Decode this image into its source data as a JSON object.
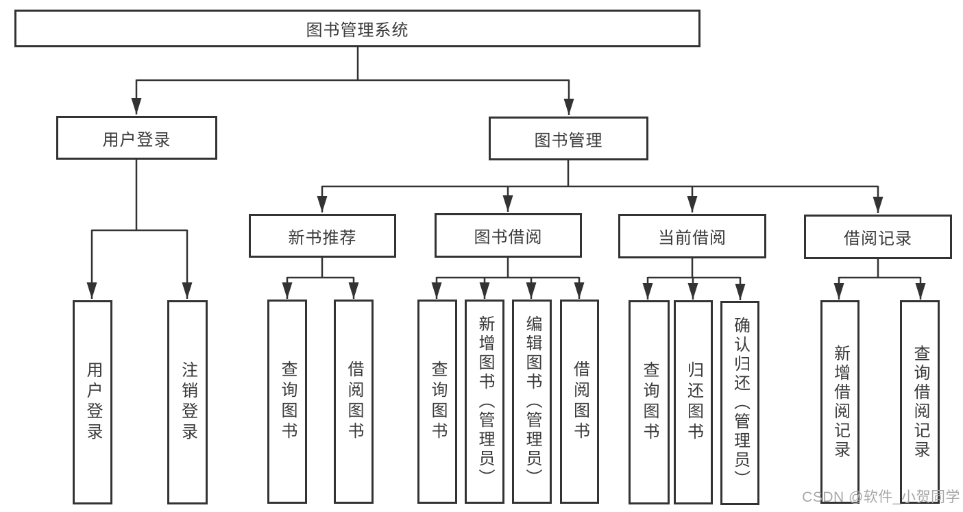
{
  "colors": {
    "box_border": "#333333",
    "box_fill": "#ffffff",
    "text": "#3a3a3a",
    "connector_line": "#333333",
    "watermark": "#a8a8a8",
    "background": "#ffffff"
  },
  "tree": {
    "root": "图书管理系统",
    "branches": [
      {
        "label": "用户登录",
        "children": [
          "用户登录",
          "注销登录"
        ]
      },
      {
        "label": "图书管理",
        "children": [
          {
            "label": "新书推荐",
            "children": [
              "查询图书",
              "借阅图书"
            ]
          },
          {
            "label": "图书借阅",
            "children": [
              "查询图书",
              "新增图书（管理员）",
              "编辑图书（管理员）",
              "借阅图书"
            ]
          },
          {
            "label": "当前借阅",
            "children": [
              "查询图书",
              "归还图书",
              "确认归还（管理员）"
            ]
          },
          {
            "label": "借阅记录",
            "children": [
              "新增借阅记录",
              "查询借阅记录"
            ]
          }
        ]
      }
    ]
  },
  "watermark": {
    "text": "CSDN @软件_小贺同学"
  }
}
